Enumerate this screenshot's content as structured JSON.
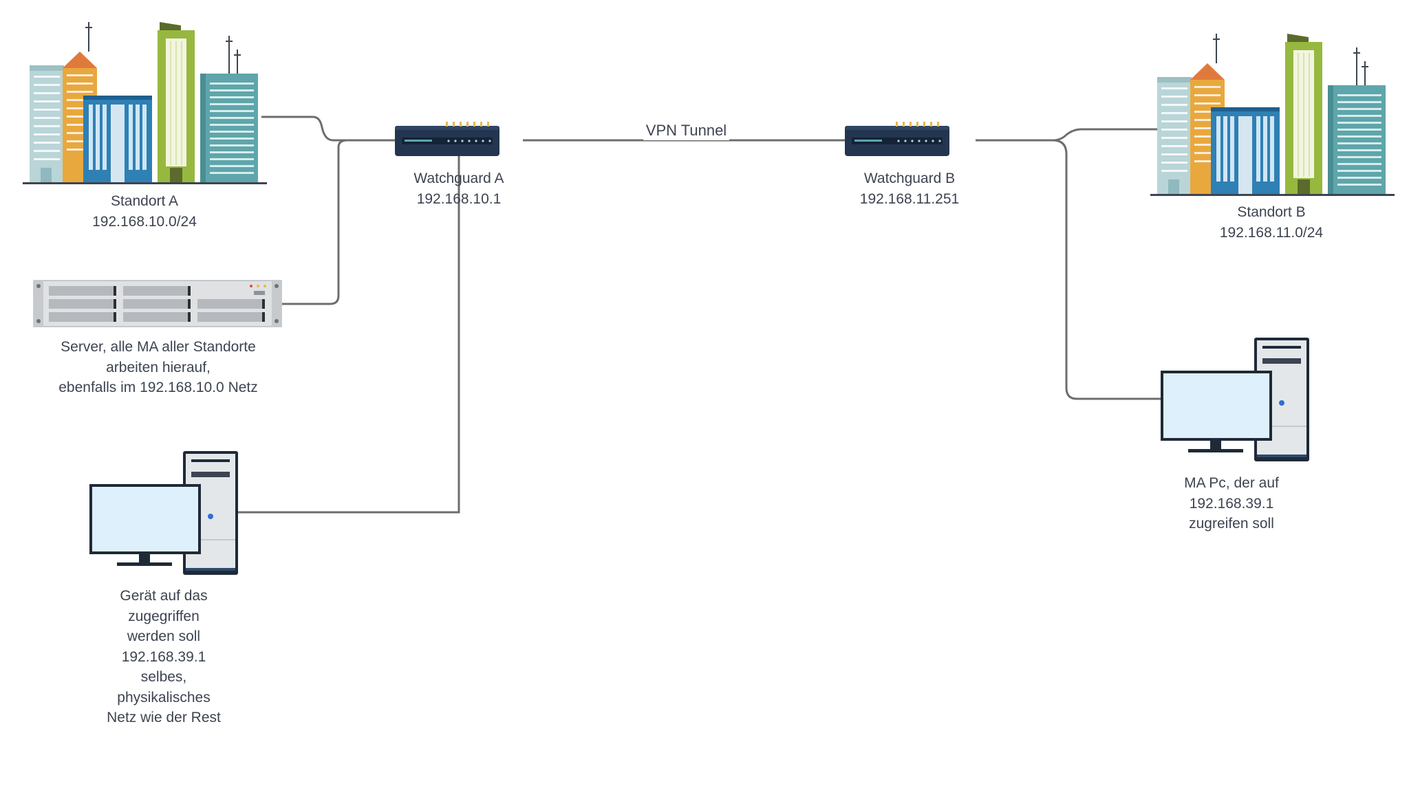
{
  "labels": {
    "site_a": [
      "Standort A",
      "192.168.10.0/24"
    ],
    "site_b": [
      "Standort B",
      "192.168.11.0/24"
    ],
    "firewall_a": [
      "Watchguard A",
      "192.168.10.1"
    ],
    "firewall_b": [
      "Watchguard B",
      "192.168.11.251"
    ],
    "server": [
      "Server, alle MA aller Standorte",
      "arbeiten hierauf,",
      "ebenfalls im 192.168.10.0 Netz"
    ],
    "device_target": [
      "Gerät auf das",
      "zugegriffen",
      "werden soll",
      "192.168.39.1",
      "selbes,",
      "physikalisches",
      "Netz wie der Rest"
    ],
    "ma_pc": [
      "MA Pc, der auf",
      "192.168.39.1",
      "zugreifen soll"
    ],
    "vpn_tunnel": "VPN Tunnel"
  },
  "colors": {
    "connector": "#6d6d6d",
    "text": "#3d4451",
    "router_body": "#23354f",
    "router_led": "#e8b94a",
    "monitor_screen": "#ddf0fb",
    "tower_body": "#e3e7ea",
    "building_green": "#97b83f",
    "building_teal": "#5ea6ab",
    "building_orange": "#e9a83e",
    "building_blue": "#2f80b4"
  },
  "icons": [
    "city-icon",
    "router-icon",
    "rack-server-icon",
    "desktop-computer-icon"
  ]
}
